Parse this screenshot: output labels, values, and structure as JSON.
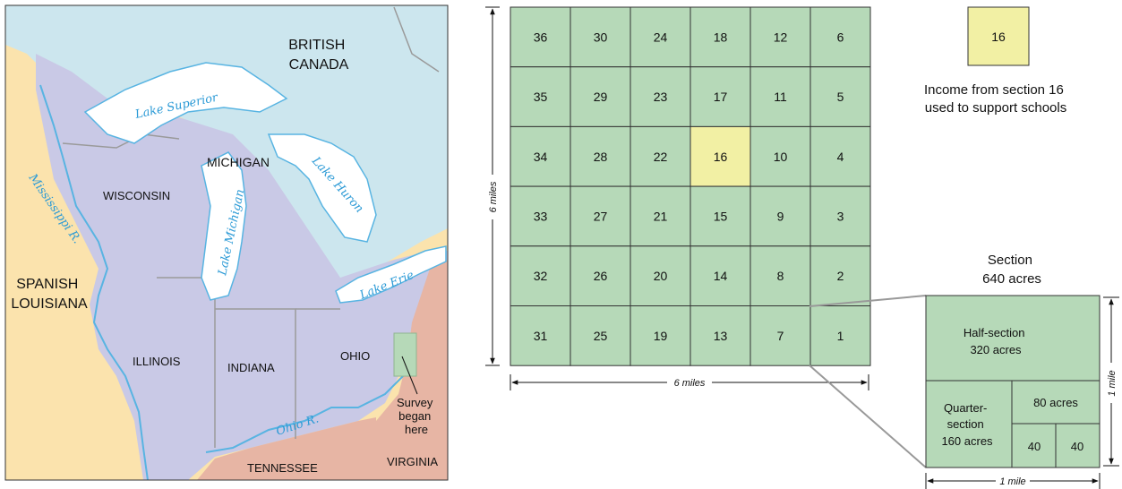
{
  "map": {
    "british_canada": [
      "BRITISH",
      "CANADA"
    ],
    "lake_superior": "Lake Superior",
    "michigan": "MICHIGAN",
    "lake_huron": "Lake Huron",
    "lake_michigan": "Lake Michigan",
    "wisconsin": "WISCONSIN",
    "mississippi": "Mississippi R.",
    "spanish_louisiana": [
      "SPANISH",
      "LOUISIANA"
    ],
    "illinois": "ILLINOIS",
    "indiana": "INDIANA",
    "ohio": "OHIO",
    "lake_erie": "Lake Erie",
    "ohio_river": "Ohio R.",
    "tennessee": "TENNESSEE",
    "virginia": "VIRGINIA",
    "survey_note": [
      "Survey",
      "began",
      "here"
    ]
  },
  "grid": {
    "rows": [
      [
        "36",
        "30",
        "24",
        "18",
        "12",
        "6"
      ],
      [
        "35",
        "29",
        "23",
        "17",
        "11",
        "5"
      ],
      [
        "34",
        "28",
        "22",
        "16",
        "10",
        "4"
      ],
      [
        "33",
        "27",
        "21",
        "15",
        "9",
        "3"
      ],
      [
        "32",
        "26",
        "20",
        "14",
        "8",
        "2"
      ],
      [
        "31",
        "25",
        "19",
        "13",
        "7",
        "1"
      ]
    ],
    "highlight": "16",
    "height_label": "6 miles",
    "width_label": "6 miles",
    "cell_color": "#b6d9b8",
    "highlight_color": "#f2f0a4"
  },
  "legend": {
    "swatch": "16",
    "caption": [
      "Income from section 16",
      "used to support schools"
    ]
  },
  "section": {
    "title": [
      "Section",
      "640 acres"
    ],
    "half": [
      "Half-section",
      "320 acres"
    ],
    "quarter": [
      "Quarter-",
      "section",
      "160 acres"
    ],
    "eighty": "80 acres",
    "forty_a": "40",
    "forty_b": "40",
    "height_label": "1 mile",
    "width_label": "1 mile"
  }
}
